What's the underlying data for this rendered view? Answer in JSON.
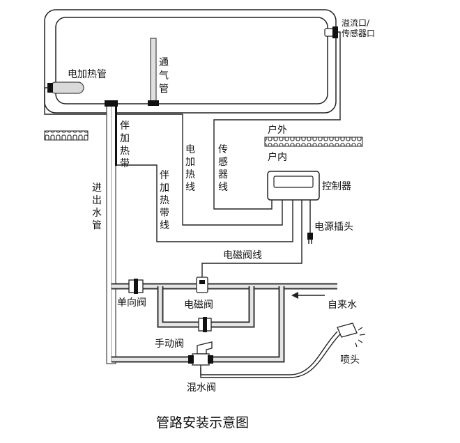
{
  "labels": {
    "heater": "电加热管",
    "vent": [
      "通",
      "气",
      "管"
    ],
    "overflow_line1": "溢流口/",
    "overflow_line2": "传感器口",
    "companion_band": [
      "伴",
      "加",
      "热",
      "带"
    ],
    "heater_wire": [
      "电",
      "加",
      "热",
      "线"
    ],
    "sensor_wire": [
      "传",
      "感",
      "器",
      "线"
    ],
    "outdoor": "户外",
    "indoor": "户内",
    "controller": "控制器",
    "companion_band_wire": [
      "伴",
      "加",
      "热",
      "带",
      "线"
    ],
    "inlet_outlet_pipe": [
      "进",
      "出",
      "水",
      "管"
    ],
    "power_plug": "电源插头",
    "solenoid_wire": "电磁阀线",
    "check_valve": "单向阀",
    "solenoid_valve": "电磁阀",
    "tap_water": "自来水",
    "manual_valve": "手动阀",
    "shower_head": "喷头",
    "mixing_valve": "混水阀"
  },
  "caption": "管路安装示意图"
}
